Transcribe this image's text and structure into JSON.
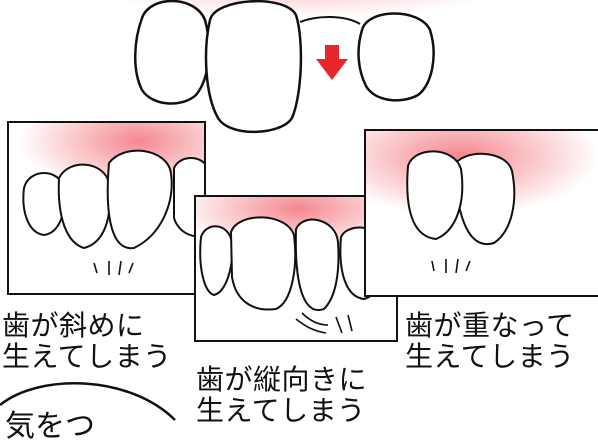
{
  "colors": {
    "gum_pink": "#f26a72",
    "arrow_red": "#e8262b",
    "outline": "#111111"
  },
  "captions": {
    "diagonal": {
      "line1": "歯が斜めに",
      "line2": "生えてしまう"
    },
    "vertical": {
      "line1": "歯が縦向きに",
      "line2": "生えてしまう"
    },
    "overlap": {
      "line1": "歯が重なって",
      "line2": "生えてしまう"
    }
  },
  "bottom_partial_text": "気をつ"
}
